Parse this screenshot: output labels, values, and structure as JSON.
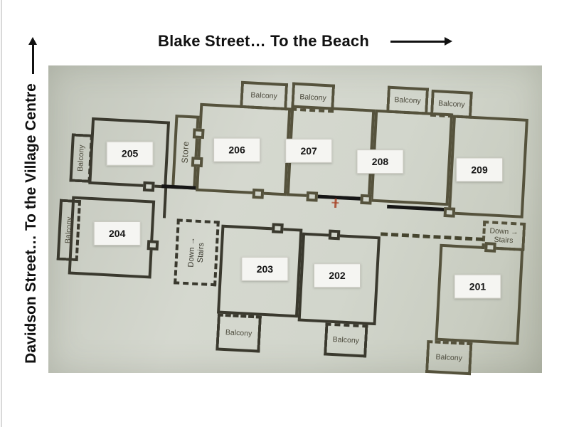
{
  "streets": {
    "top": {
      "label": "Blake Street… To the Beach",
      "arrow_icon": "right-arrow"
    },
    "left": {
      "label": "Davidson Street… To the Village Centre",
      "arrow_icon": "up-arrow"
    }
  },
  "plan": {
    "rooms": [
      {
        "id": "205",
        "label": "205"
      },
      {
        "id": "206",
        "label": "206"
      },
      {
        "id": "207",
        "label": "207"
      },
      {
        "id": "208",
        "label": "208"
      },
      {
        "id": "209",
        "label": "209"
      },
      {
        "id": "204",
        "label": "204"
      },
      {
        "id": "203",
        "label": "203"
      },
      {
        "id": "202",
        "label": "202"
      },
      {
        "id": "201",
        "label": "201"
      }
    ],
    "store_label": "Store",
    "balcony_label": "Balcony",
    "stairs_left": {
      "line1": "Down →",
      "line2": "Stairs"
    },
    "stairs_right": {
      "line1": "Down →",
      "line2": "Stairs"
    },
    "colors": {
      "wall": "#55523c",
      "wall_dark": "#3a392e",
      "photo_bg": "#cdd1c8",
      "label_bg": "#f5f5f2",
      "door_black": "#161616",
      "red_mark": "#a84428"
    }
  }
}
